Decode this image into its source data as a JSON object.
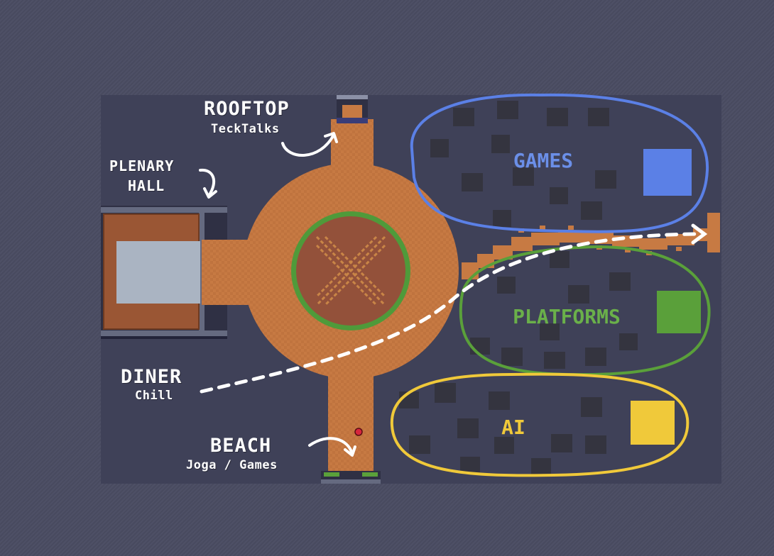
{
  "map": {
    "labels": {
      "rooftop": "ROOFTOP",
      "rooftop_sub": "TeckTalks",
      "plenary_line1": "PLENARY",
      "plenary_line2": "HALL",
      "diner": "DINER",
      "diner_sub": "Chill",
      "beach": "BEACH",
      "beach_sub": "Joga / Games"
    },
    "zones": [
      {
        "key": "games",
        "label": "GAMES",
        "color": "#5b80e6"
      },
      {
        "key": "platforms",
        "label": "PLATFORMS",
        "color": "#5aa03a"
      },
      {
        "key": "ai",
        "label": "AI",
        "color": "#f0c93a"
      }
    ],
    "colors": {
      "background": "#4a4c62",
      "floor": "#3f4158",
      "path": "#c77a43",
      "plaza_inner": "#93513a",
      "ring": "#4f9a3a",
      "desk": "#34343f",
      "hall_floor": "#9a5634",
      "hall_stage": "#aab4c2",
      "arrow": "#ffffff",
      "player": "#d7263d"
    },
    "icons": [
      "curved-arrow-icon",
      "dashed-arrow-icon",
      "player-avatar-icon"
    ]
  }
}
